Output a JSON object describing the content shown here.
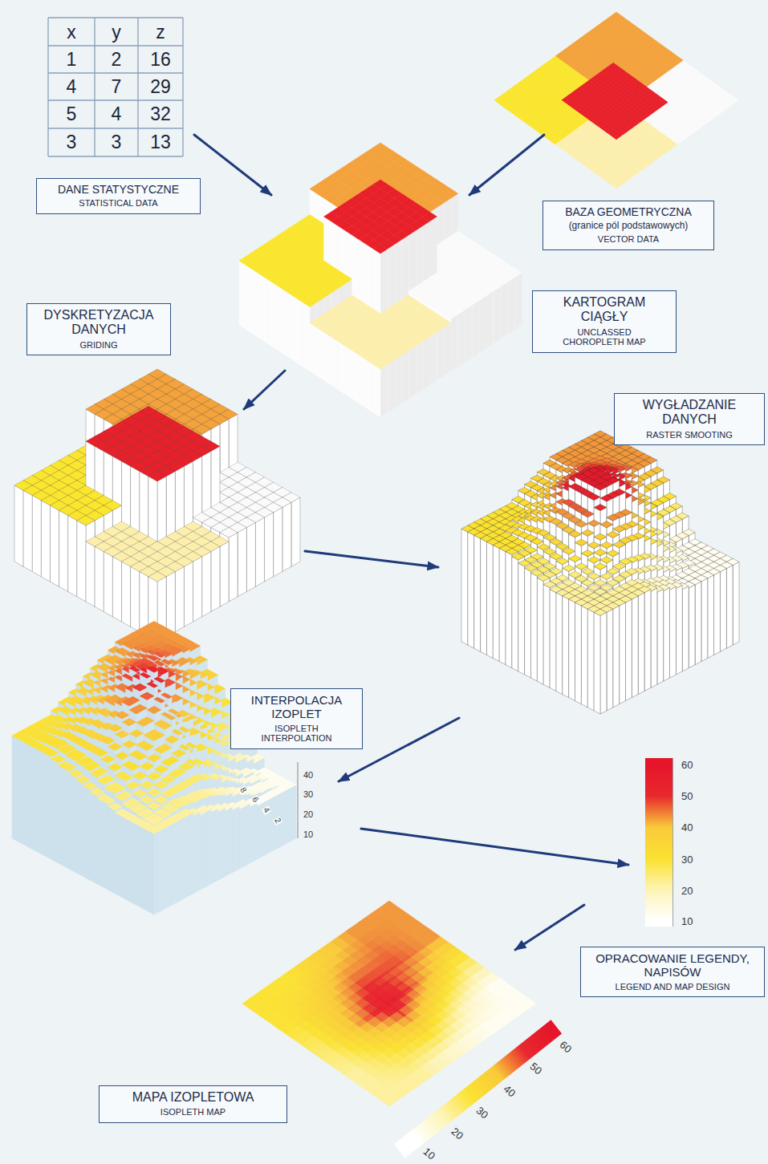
{
  "diagram": {
    "nodes": [
      {
        "text": [
          "DANE STATYSTYCZNE",
          "STATISTICAL DATA"
        ]
      },
      {
        "text": [
          "BAZA GEOMETRYCZNA",
          "(granice pól podstawowych)",
          "VECTOR DATA"
        ]
      },
      {
        "text": [
          "KARTOGRAM CIĄGŁY",
          "UNCLASSED CHOROPLETH MAP"
        ]
      },
      {
        "text": [
          "DYSKRETYZACJA DANYCH",
          "GRIDING"
        ]
      },
      {
        "text": [
          "WYGŁADZANIE DANYCH",
          "RASTER SMOOTING"
        ]
      },
      {
        "text": [
          "INTERPOLACJA IZOPLET",
          "ISOPLETH INTERPOLATION"
        ]
      },
      {
        "text": [
          "OPRACOWANIE LEGENDY, NAPISÓW",
          "LEGEND AND MAP DESIGN"
        ]
      },
      {
        "text": [
          "MAPA IZOPLETOWA",
          "ISOPLETH MAP"
        ]
      }
    ],
    "labels": [
      "x",
      "y",
      "z",
      "1",
      "2",
      "16",
      "4",
      "7",
      "29",
      "5",
      "4",
      "32",
      "3",
      "3",
      "13",
      "40",
      "30",
      "20",
      "10",
      "8",
      "6",
      "4",
      "2",
      "60",
      "50",
      "40",
      "30",
      "20",
      "10",
      "60",
      "50",
      "40",
      "30",
      "20",
      "10"
    ]
  }
}
